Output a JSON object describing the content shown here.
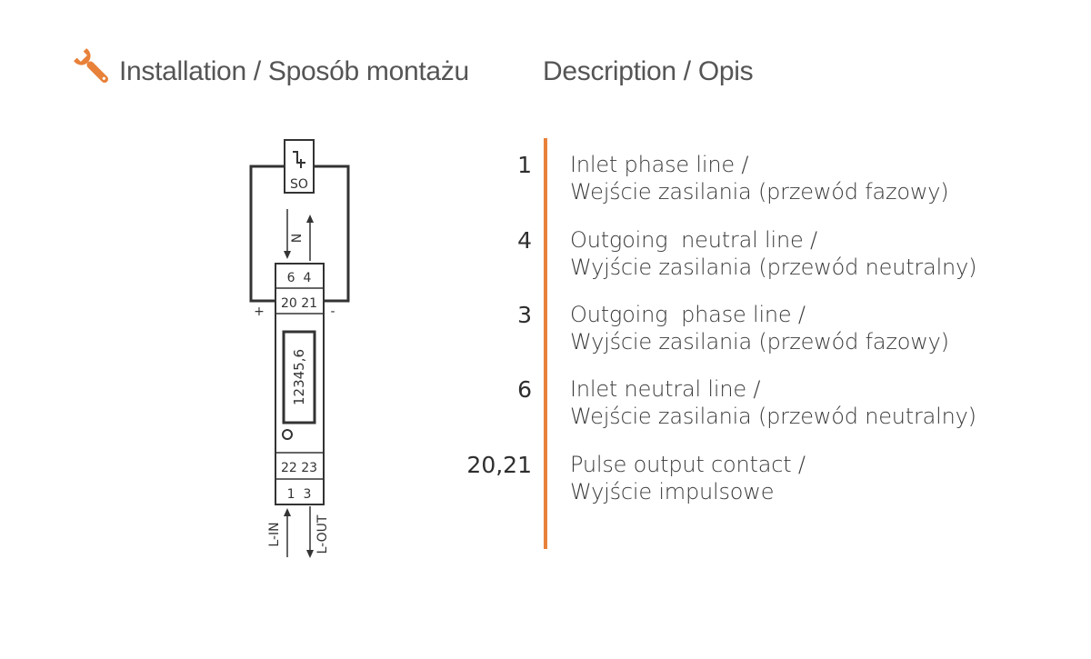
{
  "colors": {
    "accent": "#e8813a",
    "text": "#3a3a3a",
    "line": "#333333"
  },
  "header": {
    "installation_title": "Installation / Sposób montażu",
    "description_title": "Description / Opis",
    "installation_icon": "wrench-icon"
  },
  "diagram": {
    "so_label": "SO",
    "n_label": "N",
    "plus_label": "+",
    "minus_label": "-",
    "terminals_top": "6  4",
    "terminals_pulse": "20 21",
    "display_value": "12345,6",
    "terminals_22_23": "22 23",
    "terminals_bottom": "1  3",
    "l_in_label": "L-IN",
    "l_out_label": "L-OUT"
  },
  "description": {
    "entries": [
      {
        "number": "1",
        "line1": "Inlet phase line /",
        "line2": "Wejście zasilania (przewód fazowy)"
      },
      {
        "number": "4",
        "line1": "Outgoing  neutral line /",
        "line2": "Wyjście zasilania (przewód neutralny)"
      },
      {
        "number": "3",
        "line1": "Outgoing  phase line /",
        "line2": "Wyjście zasilania (przewód fazowy)"
      },
      {
        "number": "6",
        "line1": "Inlet neutral line /",
        "line2": "Wejście zasilania (przewód neutralny)"
      },
      {
        "number": "20,21",
        "line1": "Pulse output contact /",
        "line2": "Wyjście impulsowe"
      }
    ]
  }
}
